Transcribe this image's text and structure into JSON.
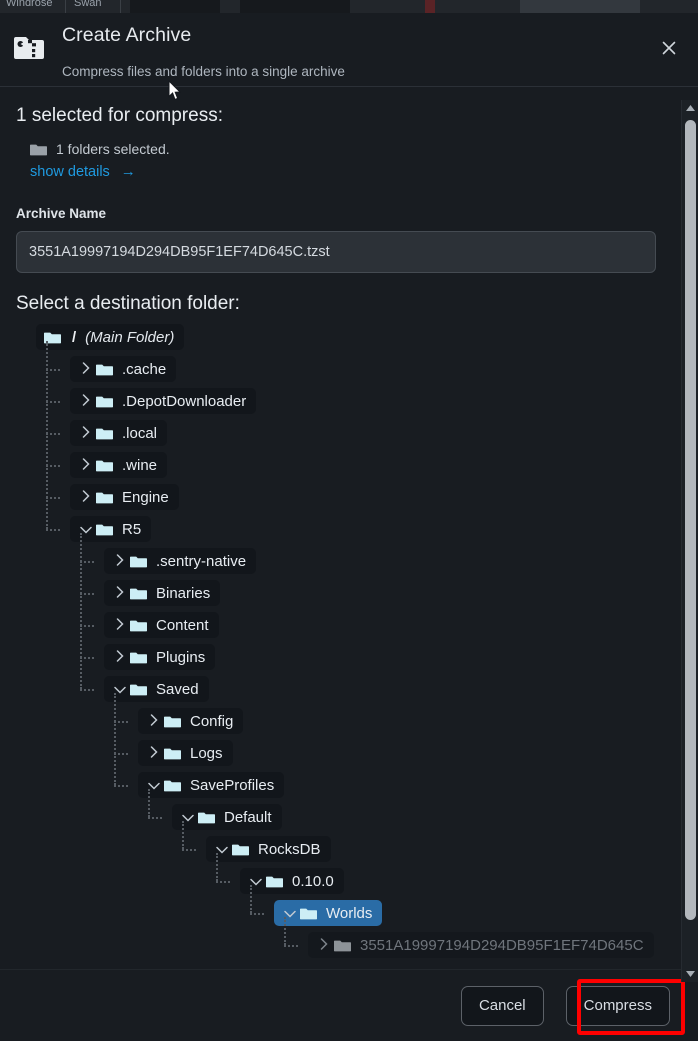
{
  "background_window": {
    "tabs": [
      "Windrose",
      "Swan"
    ]
  },
  "dialog": {
    "icon": "archive-folder-icon",
    "title": "Create Archive",
    "subtitle": "Compress files and folders into a single archive",
    "close_icon": "close-icon"
  },
  "selection": {
    "heading": "1 selected for compress:",
    "folder_icon": "folder-icon",
    "count_text": "1 folders selected.",
    "details_link": "show details",
    "details_arrow": "→",
    "link_color": "#1f9ae0"
  },
  "archive": {
    "label": "Archive Name",
    "value": "3551A19997194D294DB95F1EF74D645C.tzst",
    "placeholder": "Archive Name"
  },
  "destination": {
    "heading": "Select a destination folder:",
    "selected_color": "#2a6ca6",
    "tree": [
      {
        "label": "(Main Folder)",
        "prefix": "/",
        "depth": 0,
        "chevron": "none",
        "state": "root"
      },
      {
        "label": ".cache",
        "depth": 1,
        "chevron": "collapsed",
        "state": "normal"
      },
      {
        "label": ".DepotDownloader",
        "depth": 1,
        "chevron": "collapsed",
        "state": "normal"
      },
      {
        "label": ".local",
        "depth": 1,
        "chevron": "collapsed",
        "state": "normal"
      },
      {
        "label": ".wine",
        "depth": 1,
        "chevron": "collapsed",
        "state": "normal"
      },
      {
        "label": "Engine",
        "depth": 1,
        "chevron": "collapsed",
        "state": "normal"
      },
      {
        "label": "R5",
        "depth": 1,
        "chevron": "expanded",
        "state": "normal"
      },
      {
        "label": ".sentry-native",
        "depth": 2,
        "chevron": "collapsed",
        "state": "normal"
      },
      {
        "label": "Binaries",
        "depth": 2,
        "chevron": "collapsed",
        "state": "normal"
      },
      {
        "label": "Content",
        "depth": 2,
        "chevron": "collapsed",
        "state": "normal"
      },
      {
        "label": "Plugins",
        "depth": 2,
        "chevron": "collapsed",
        "state": "normal"
      },
      {
        "label": "Saved",
        "depth": 2,
        "chevron": "expanded",
        "state": "normal"
      },
      {
        "label": "Config",
        "depth": 3,
        "chevron": "collapsed",
        "state": "normal"
      },
      {
        "label": "Logs",
        "depth": 3,
        "chevron": "collapsed",
        "state": "normal"
      },
      {
        "label": "SaveProfiles",
        "depth": 3,
        "chevron": "expanded",
        "state": "normal"
      },
      {
        "label": "Default",
        "depth": 4,
        "chevron": "expanded",
        "state": "normal"
      },
      {
        "label": "RocksDB",
        "depth": 5,
        "chevron": "expanded",
        "state": "normal"
      },
      {
        "label": "0.10.0",
        "depth": 6,
        "chevron": "expanded",
        "state": "normal"
      },
      {
        "label": "Worlds",
        "depth": 7,
        "chevron": "expanded",
        "state": "selected"
      },
      {
        "label": "3551A19997194D294DB95F1EF74D645C",
        "depth": 8,
        "chevron": "collapsed",
        "state": "disabled"
      }
    ]
  },
  "footer": {
    "cancel_label": "Cancel",
    "compress_label": "Compress",
    "highlight_color": "#ff0000"
  },
  "scrollbar": {
    "up_icon": "caret-up-icon",
    "down_icon": "caret-down-icon",
    "thumb": "scrollbar-thumb"
  }
}
